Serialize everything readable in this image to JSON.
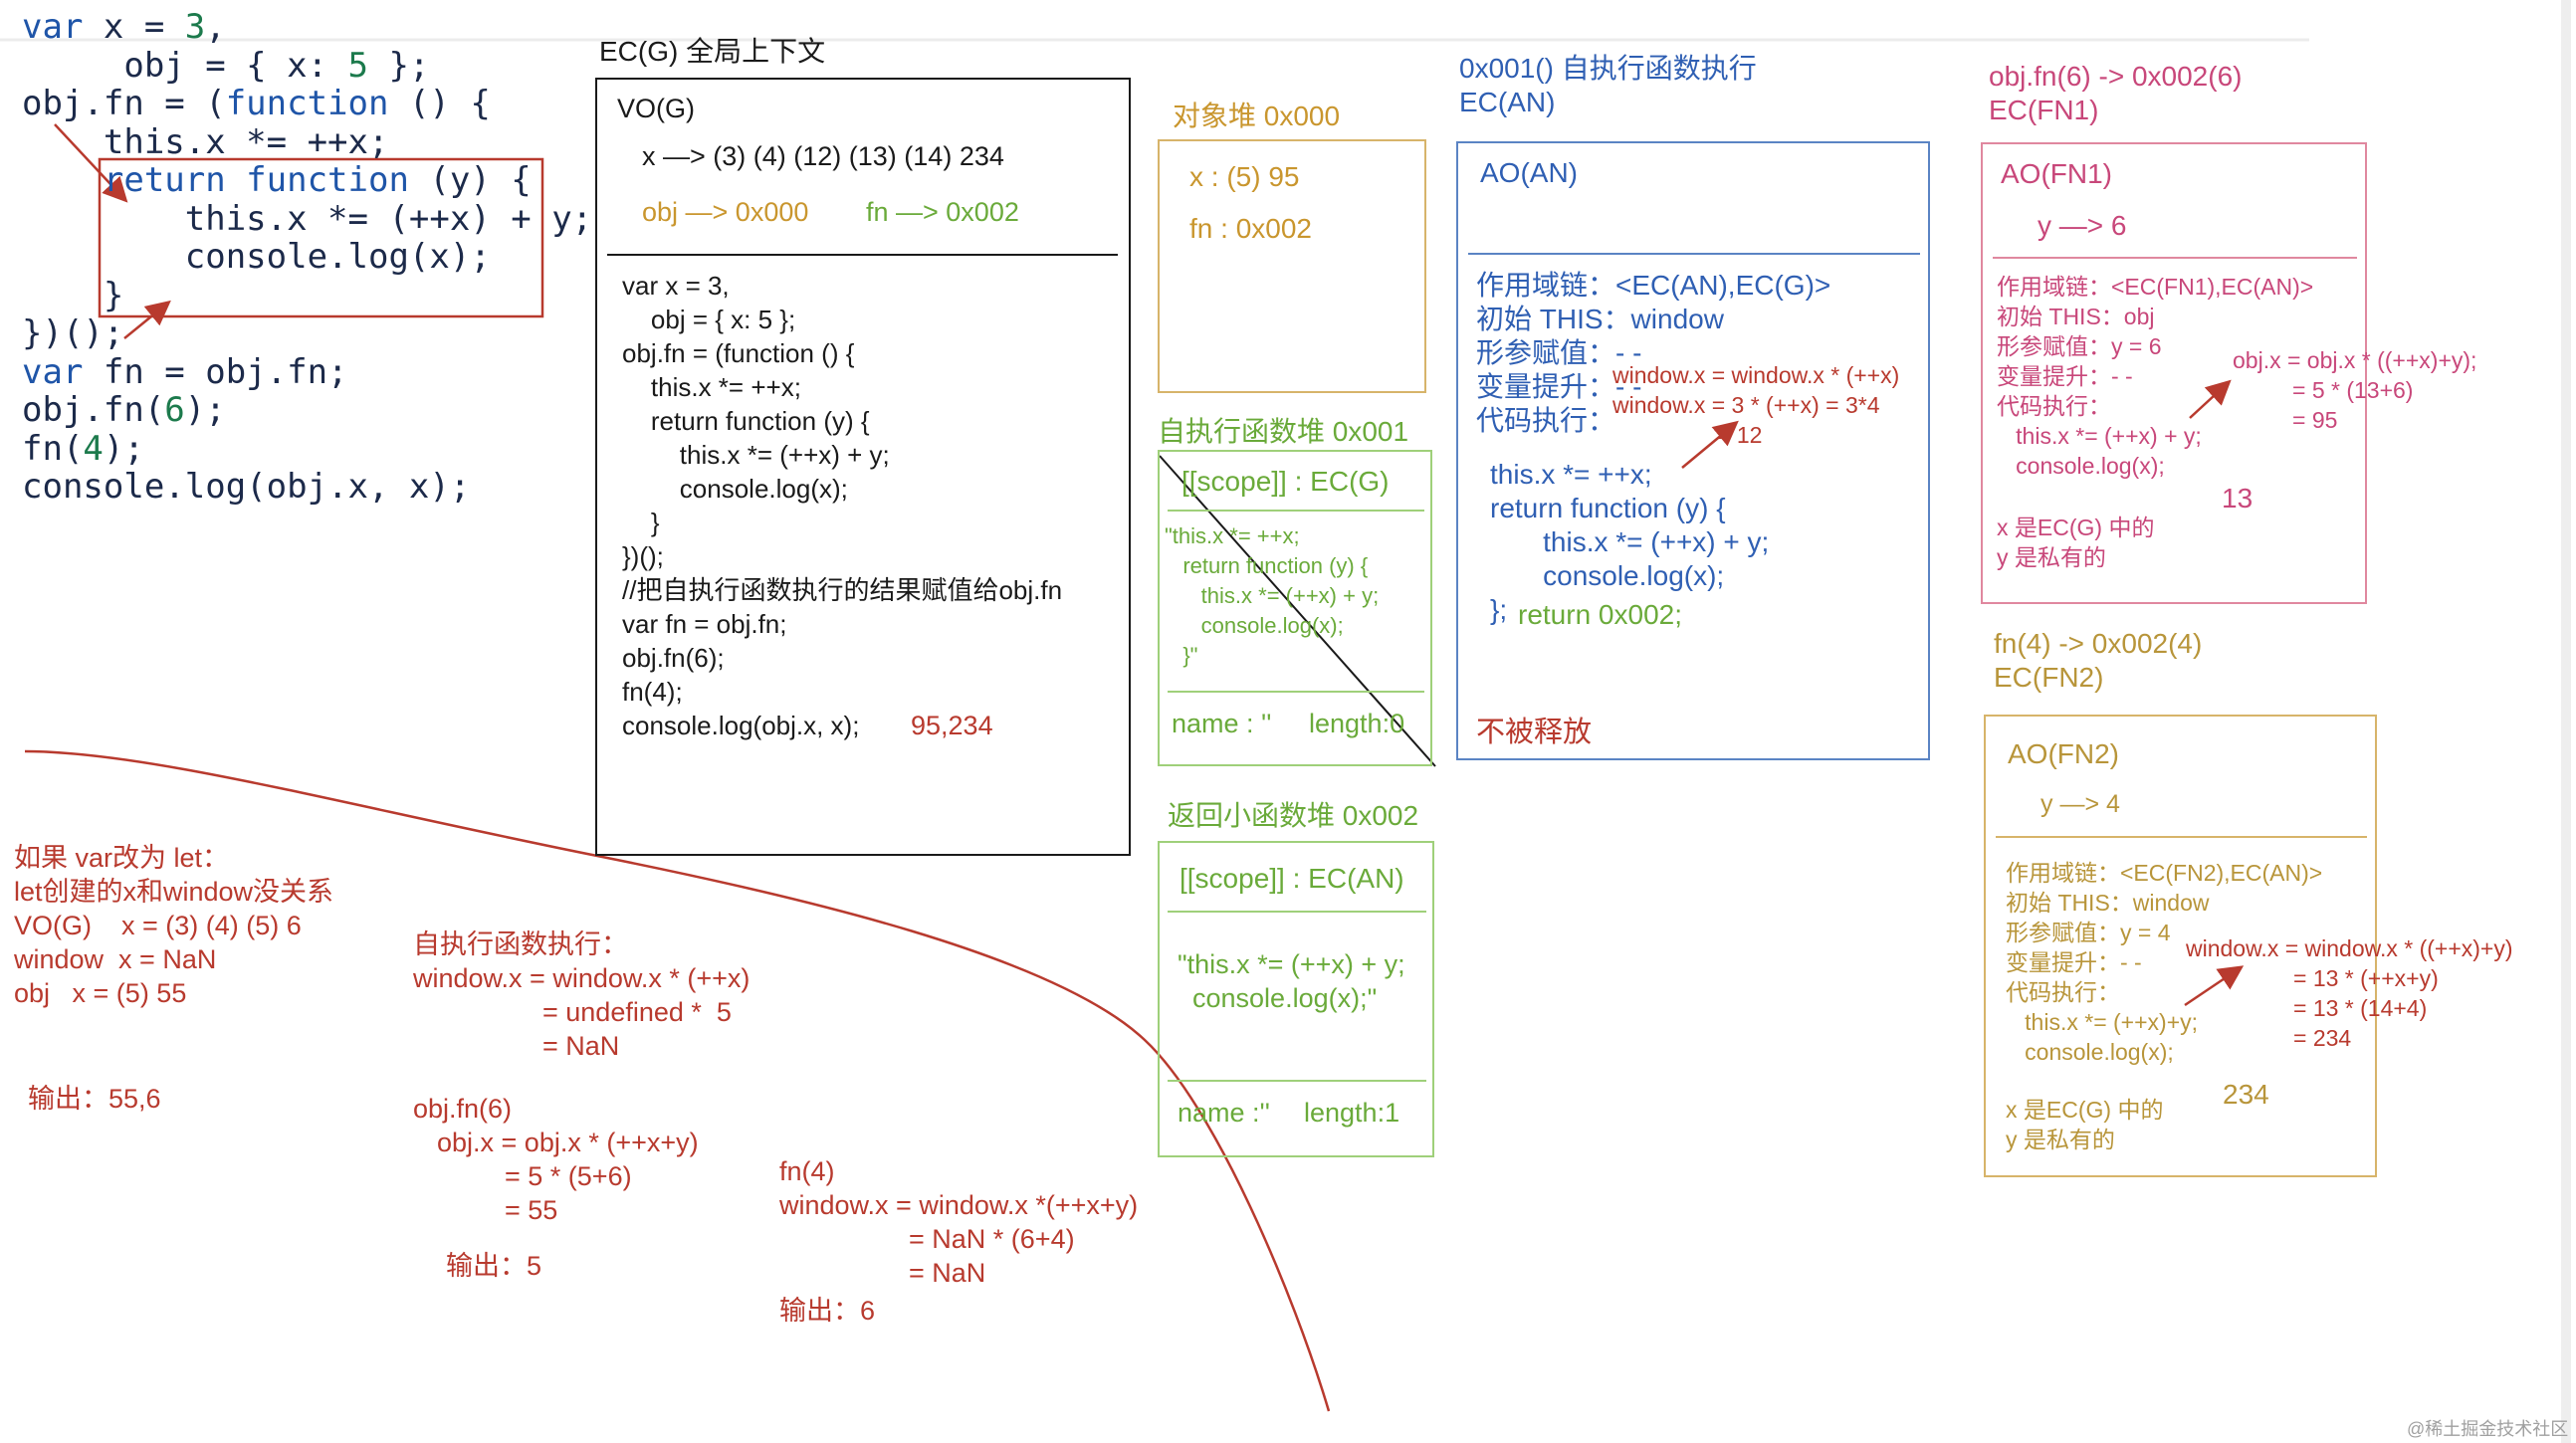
{
  "code": [
    [
      "var",
      " x = ",
      "3",
      ","
    ],
    [
      "",
      "     obj = { x: ",
      "5",
      " };"
    ],
    [
      "",
      "obj.fn = (",
      "function",
      " () {"
    ],
    [
      "",
      "    this.x *= ++x;"
    ],
    [
      "",
      "    ",
      "return function",
      " (y) {"
    ],
    [
      "",
      "        this.x *= (++x) + y;"
    ],
    [
      "",
      "        console.log(x);"
    ],
    [
      "",
      "    }"
    ],
    [
      "",
      "})();"
    ],
    [
      "var",
      " fn = obj.fn;"
    ],
    [
      "",
      "obj.fn(",
      "6",
      ");"
    ],
    [
      "",
      "fn(",
      "4",
      ");"
    ],
    [
      "",
      "console.log(obj.x, x);"
    ]
  ],
  "ecg": {
    "title": "EC(G) 全局上下文",
    "vo_label": "VO(G)",
    "x_line": "x —> (3) (4) (12) (13) (14) 234",
    "obj_ref": "obj —> 0x000",
    "fn_ref": "fn —> 0x002",
    "code_lines": [
      "var x = 3,",
      "    obj = { x: 5 };",
      "obj.fn = (function () {",
      "    this.x *= ++x;",
      "    return function (y) {",
      "        this.x *= (++x) + y;",
      "        console.log(x);",
      "    }",
      "})();",
      "//把自执行函数执行的结果赋值给obj.fn",
      "var fn = obj.fn;",
      "obj.fn(6);",
      "fn(4);",
      "console.log(obj.x, x);"
    ],
    "result": "95,234"
  },
  "heap0": {
    "title": "对象堆  0x000",
    "x": "x : (5) 95",
    "fn": "fn : 0x002"
  },
  "heap1": {
    "title": "自执行函数堆 0x001",
    "scope": "[[scope]] : EC(G)",
    "code_lines": [
      "\"this.x *= ++x;",
      "   return function (y) {",
      "      this.x *= (++x) + y;",
      "      console.log(x);",
      "   }\""
    ],
    "name": "name : ''",
    "length": "length:0"
  },
  "heap2": {
    "title": "返回小函数堆 0x002",
    "scope": "[[scope]] : EC(AN)",
    "code_lines": [
      "\"this.x *= (++x) + y;",
      "  console.log(x);\""
    ],
    "name": "name :''",
    "length": "length:1"
  },
  "ecan": {
    "title_lines": [
      "0x001() 自执行函数执行",
      "EC(AN)"
    ],
    "ao": "AO(AN)",
    "info_lines": [
      "作用域链：<EC(AN),EC(G)>",
      "初始 THIS：window",
      "形参赋值：- -",
      "变量提升：- -",
      "代码执行："
    ],
    "calc_lines": [
      "window.x = window.x * (++x)",
      "window.x = 3 * (++x) = 3*4",
      "= 12"
    ],
    "code_lines": [
      "this.x *= ++x;",
      "return function (y) {",
      "    this.x *= (++x) + y;",
      "    console.log(x);",
      "}; "
    ],
    "return_note": "return 0x002;",
    "not_released": "不被释放"
  },
  "fn1": {
    "title_lines": [
      "obj.fn(6) -> 0x002(6)",
      "EC(FN1)"
    ],
    "ao": "AO(FN1)",
    "y": "y —> 6",
    "info_lines": [
      "作用域链：<EC(FN1),EC(AN)>",
      "初始 THIS：obj",
      "形参赋值：y = 6",
      "变量提升：- -",
      "代码执行：",
      "   this.x *= (++x) + y;",
      "   console.log(x);"
    ],
    "calc_lines": [
      "obj.x = obj.x * ((++x)+y);",
      "= 5 * (13+6)",
      "= 95"
    ],
    "output": "13",
    "notes": [
      "x 是EC(G) 中的",
      "y 是私有的"
    ]
  },
  "fn2": {
    "title_lines": [
      "fn(4) -> 0x002(4)",
      "EC(FN2)"
    ],
    "ao": "AO(FN2)",
    "y": "y —> 4",
    "info_lines": [
      "作用域链：<EC(FN2),EC(AN)>",
      "初始 THIS：window",
      "形参赋值：y = 4",
      "变量提升：- -",
      "代码执行：",
      "   this.x *= (++x)+y;",
      "   console.log(x);"
    ],
    "calc_lines": [
      "window.x = window.x * ((++x)+y)",
      "= 13 * (++x+y)",
      "= 13 * (14+4)",
      "= 234"
    ],
    "output": "234",
    "notes": [
      "x 是EC(G) 中的",
      "y 是私有的"
    ]
  },
  "let_note": {
    "lines": [
      "如果 var改为 let：",
      "let创建的x和window没关系",
      "VO(G)    x = (3) (4) (5) 6",
      "window  x = NaN",
      "obj   x = (5) 55"
    ],
    "output": "输出：55,6"
  },
  "iife_note": {
    "lines": [
      "自执行函数执行：",
      "window.x = window.x * (++x)",
      "= undefined *  5",
      "= NaN"
    ]
  },
  "objfn_note": {
    "lines": [
      "obj.fn(6)",
      "obj.x = obj.x * (++x+y)",
      "= 5 * (5+6)",
      "= 55"
    ],
    "output": "输出：5"
  },
  "fn4_note": {
    "lines": [
      "fn(4)",
      "window.x = window.x *(++x+y)",
      "= NaN * (6+4)",
      "= NaN"
    ],
    "output": "输出：6"
  },
  "watermark": "@稀土掘金技术社区",
  "colors": {
    "code_keyword": "#1f55a8",
    "code_number": "#1c7a4c",
    "annotation_red": "#b83a2e",
    "orange": "#c9962e",
    "green": "#6aaa3a",
    "blue": "#2f5fb3",
    "pink": "#c8477a",
    "gold": "#b8953a"
  }
}
